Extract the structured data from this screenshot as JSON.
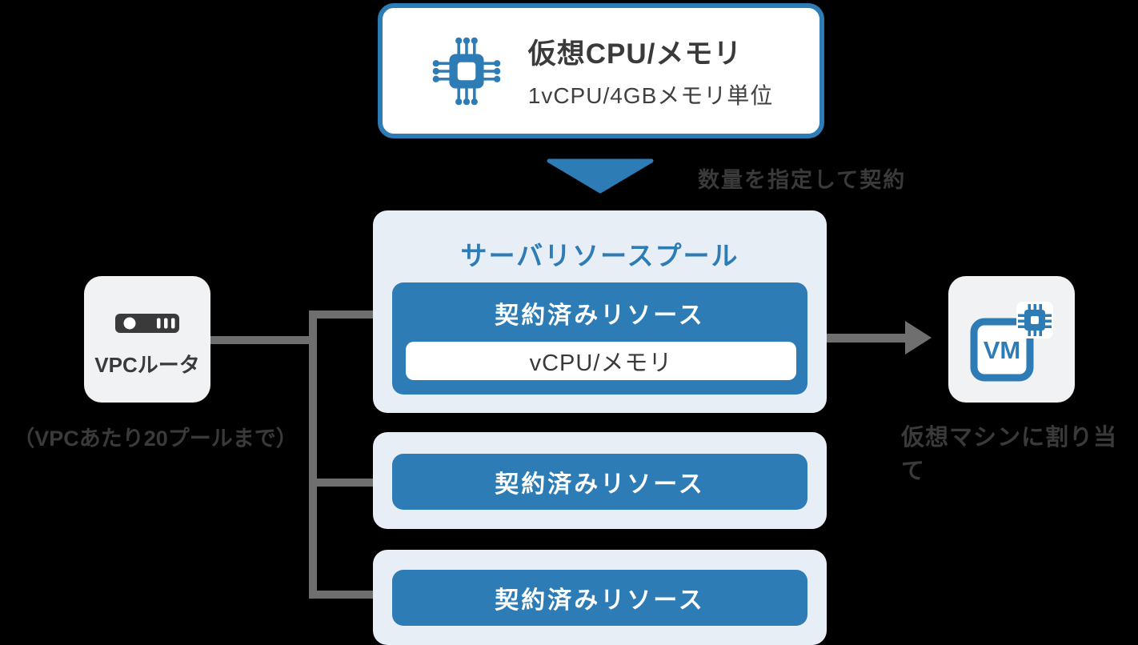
{
  "colors": {
    "accent_blue": "#2e7cb5",
    "light_blue_bg": "#e8eef6",
    "panel_gray": "#f1f2f4",
    "text_dark": "#3a3a3a",
    "connector_gray": "#6f6f6f"
  },
  "unit_card": {
    "icon": "cpu-chip-icon",
    "title": "仮想CPU/メモリ",
    "subtitle": "1vCPU/4GBメモリ単位"
  },
  "contract_flow": {
    "icon": "down-arrow-icon",
    "label": "数量を指定して契約"
  },
  "pool": {
    "title": "サーバリソースプール",
    "contracted_label": "契約済みリソース",
    "resource_label": "vCPU/メモリ",
    "extra_pools": [
      {
        "label": "契約済みリソース"
      },
      {
        "label": "契約済みリソース"
      }
    ]
  },
  "vpc": {
    "icon": "router-icon",
    "label": "VPCルータ",
    "limit_note": "（VPCあたり20プールまで）"
  },
  "vm": {
    "icon": "vm-icon",
    "label": "VM",
    "caption": "仮想マシンに割り当て"
  }
}
